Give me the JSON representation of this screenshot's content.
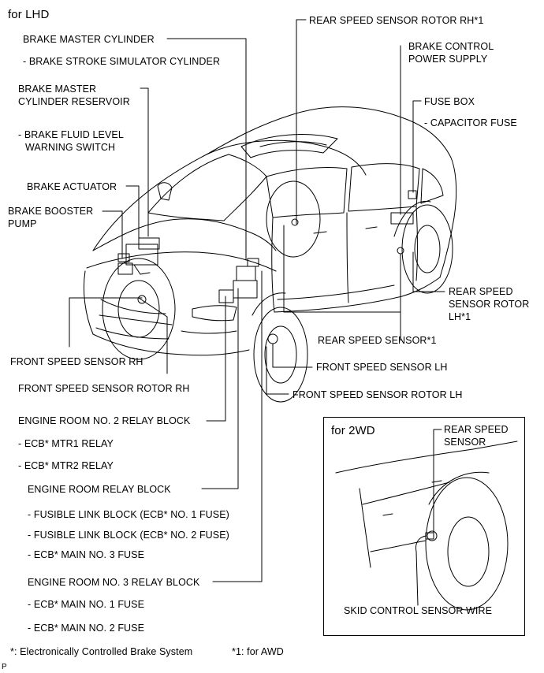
{
  "title": "for LHD",
  "labels": {
    "brake_master_cylinder": "BRAKE MASTER CYLINDER",
    "brake_stroke_simulator": "- BRAKE STROKE SIMULATOR CYLINDER",
    "reservoir_line1": "BRAKE MASTER",
    "reservoir_line2": "CYLINDER RESERVOIR",
    "fluid_level_line1": "- BRAKE FLUID LEVEL",
    "fluid_level_line2": "WARNING SWITCH",
    "brake_actuator": "BRAKE ACTUATOR",
    "booster_line1": "BRAKE BOOSTER",
    "booster_line2": "PUMP",
    "front_speed_sensor_rh": "FRONT SPEED SENSOR RH",
    "front_speed_sensor_rotor_rh": "FRONT SPEED SENSOR ROTOR RH",
    "engine_room_no2_relay_block": "ENGINE ROOM NO. 2 RELAY BLOCK",
    "ecb_mtr1_relay": "- ECB* MTR1 RELAY",
    "ecb_mtr2_relay": "- ECB* MTR2 RELAY",
    "engine_room_relay_block": "ENGINE ROOM RELAY BLOCK",
    "fusible_link_no1": "- FUSIBLE LINK BLOCK (ECB* NO. 1 FUSE)",
    "fusible_link_no2": "- FUSIBLE LINK BLOCK (ECB* NO. 2 FUSE)",
    "ecb_main_no3": "- ECB* MAIN NO. 3 FUSE",
    "engine_room_no3_relay_block": "ENGINE ROOM NO. 3 RELAY BLOCK",
    "ecb_main_no1": "- ECB* MAIN NO. 1 FUSE",
    "ecb_main_no2": "- ECB* MAIN NO. 2 FUSE",
    "rear_speed_sensor_rotor_rh": "REAR SPEED SENSOR ROTOR RH*1",
    "brake_control_line1": "BRAKE CONTROL",
    "brake_control_line2": "POWER SUPPLY",
    "fuse_box": "FUSE BOX",
    "capacitor_fuse": "- CAPACITOR FUSE",
    "rear_rotor_lh_line1": "REAR SPEED",
    "rear_rotor_lh_line2": "SENSOR ROTOR",
    "rear_rotor_lh_line3": "LH*1",
    "rear_speed_sensor_awd": "REAR SPEED SENSOR*1",
    "front_speed_sensor_lh": "FRONT SPEED SENSOR LH",
    "front_speed_sensor_rotor_lh": "FRONT SPEED SENSOR ROTOR LH"
  },
  "inset": {
    "title": "for 2WD",
    "rear_speed_line1": "REAR SPEED",
    "rear_speed_line2": "SENSOR",
    "skid_wire": "SKID CONTROL SENSOR WIRE"
  },
  "footnotes": {
    "ecb": "*: Electronically Controlled Brake System",
    "awd": "*1: for AWD",
    "code": "P"
  }
}
